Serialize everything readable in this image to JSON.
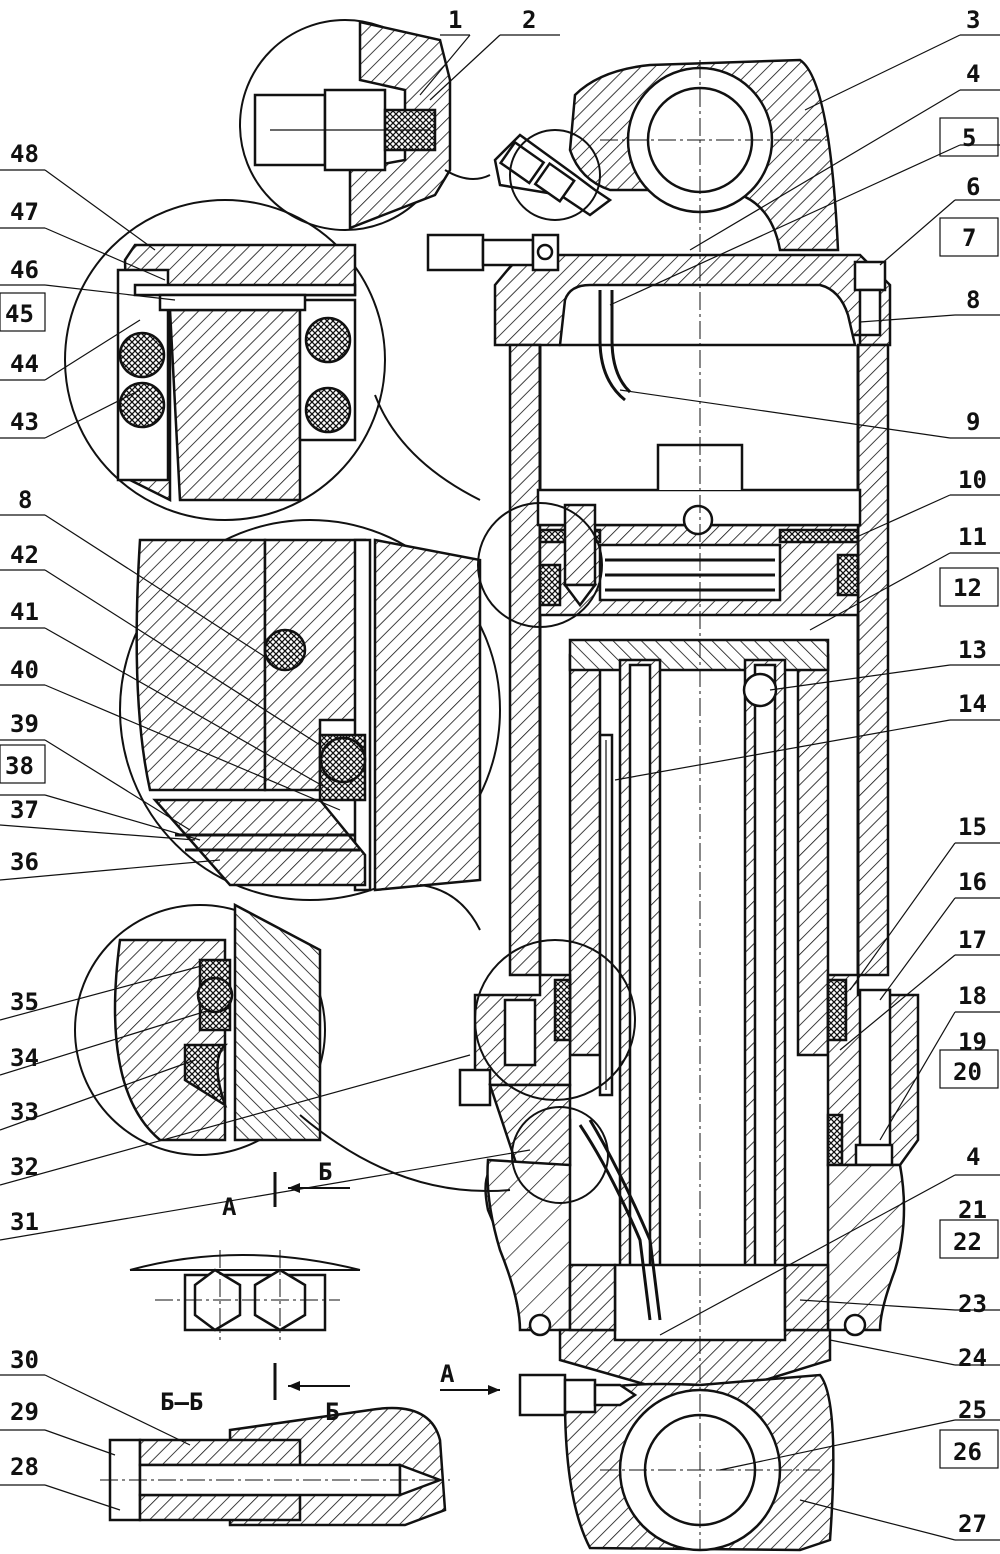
{
  "callouts": [
    "1",
    "2",
    "3",
    "4",
    "5",
    "6",
    "7",
    "8",
    "9",
    "10",
    "11",
    "12",
    "13",
    "14",
    "15",
    "16",
    "17",
    "18",
    "19",
    "20",
    "21",
    "22",
    "23",
    "24",
    "25",
    "26",
    "27",
    "28",
    "29",
    "30",
    "31",
    "32",
    "33",
    "34",
    "35",
    "36",
    "37",
    "38",
    "39",
    "40",
    "41",
    "42",
    "43",
    "44",
    "45",
    "46",
    "47",
    "48"
  ],
  "callout_4_repeat": "4",
  "callout_8_repeat": "8",
  "view_a_label": "А",
  "view_arrow_a_label": "А",
  "section_arrow_b_top": "Б",
  "section_arrow_b_bottom": "Б",
  "section_bb_label": "Б–Б"
}
